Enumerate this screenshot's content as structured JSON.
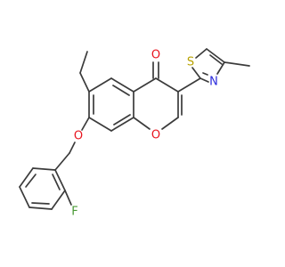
{
  "molecule": {
    "atoms": [
      {
        "id": "O_carbonyl",
        "symbol": "O",
        "color": "#e8141e"
      },
      {
        "id": "O_ring",
        "symbol": "O",
        "color": "#e8141e"
      },
      {
        "id": "O_ether",
        "symbol": "O",
        "color": "#e8141e"
      },
      {
        "id": "S_thiazole",
        "symbol": "S",
        "color": "#b8a200"
      },
      {
        "id": "N_thiazole",
        "symbol": "N",
        "color": "#2a2adb"
      },
      {
        "id": "F",
        "symbol": "F",
        "color": "#4a9a36"
      }
    ],
    "bond_color": "#3b3b3b"
  }
}
